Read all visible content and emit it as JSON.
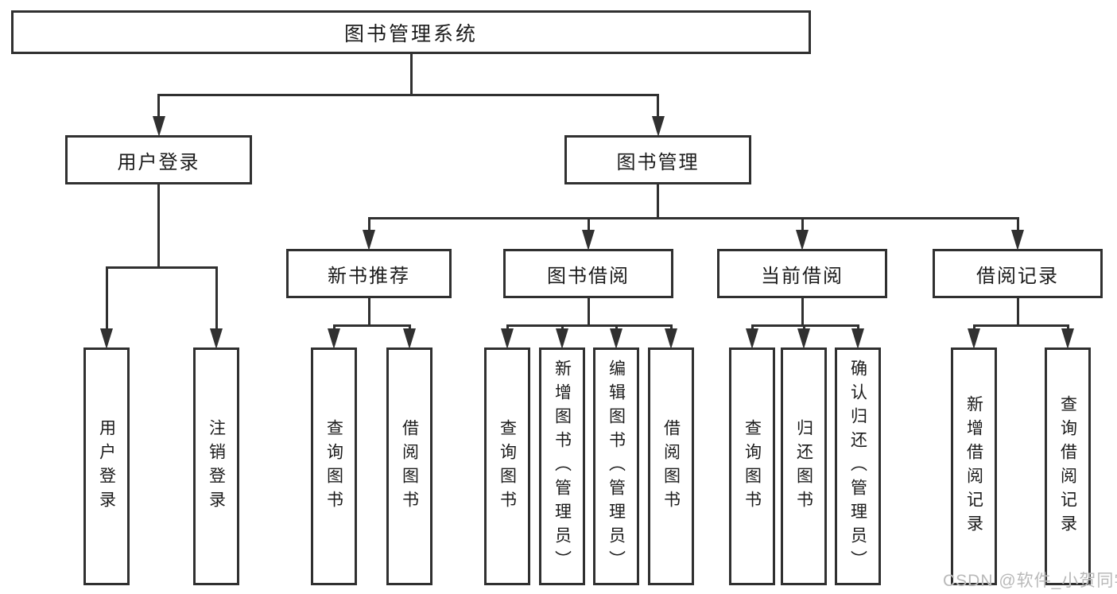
{
  "diagram": {
    "title": "图书管理系统",
    "nodes": [
      {
        "id": "root",
        "label": "图书管理系统",
        "orientation": "h",
        "level": 1
      },
      {
        "id": "user-login",
        "label": "用户登录",
        "orientation": "h",
        "level": 2
      },
      {
        "id": "book-mgmt",
        "label": "图书管理",
        "orientation": "h",
        "level": 2
      },
      {
        "id": "new-book-rec",
        "label": "新书推荐",
        "orientation": "h",
        "level": 3
      },
      {
        "id": "book-borrow",
        "label": "图书借阅",
        "orientation": "h",
        "level": 3
      },
      {
        "id": "current-borrow",
        "label": "当前借阅",
        "orientation": "h",
        "level": 3
      },
      {
        "id": "borrow-record",
        "label": "借阅记录",
        "orientation": "h",
        "level": 3
      },
      {
        "id": "leaf-login",
        "label": "用户登录",
        "orientation": "v",
        "level": 4
      },
      {
        "id": "leaf-logout",
        "label": "注销登录",
        "orientation": "v",
        "level": 4
      },
      {
        "id": "leaf-nbr-query",
        "label": "查询图书",
        "orientation": "v",
        "level": 4
      },
      {
        "id": "leaf-nbr-borrow",
        "label": "借阅图书",
        "orientation": "v",
        "level": 4
      },
      {
        "id": "leaf-bb-query",
        "label": "查询图书",
        "orientation": "v",
        "level": 4
      },
      {
        "id": "leaf-bb-add",
        "label": "新增图书（管理员）",
        "orientation": "v",
        "level": 4
      },
      {
        "id": "leaf-bb-edit",
        "label": "编辑图书（管理员）",
        "orientation": "v",
        "level": 4
      },
      {
        "id": "leaf-bb-borrow",
        "label": "借阅图书",
        "orientation": "v",
        "level": 4
      },
      {
        "id": "leaf-cb-query",
        "label": "查询图书",
        "orientation": "v",
        "level": 4
      },
      {
        "id": "leaf-cb-return",
        "label": "归还图书",
        "orientation": "v",
        "level": 4
      },
      {
        "id": "leaf-cb-confirm",
        "label": "确认归还（管理员）",
        "orientation": "v",
        "level": 4
      },
      {
        "id": "leaf-br-add",
        "label": "新增借阅记录",
        "orientation": "v",
        "level": 4
      },
      {
        "id": "leaf-br-query",
        "label": "查询借阅记录",
        "orientation": "v",
        "level": 4
      }
    ],
    "edges": [
      {
        "from": "root",
        "to": [
          "user-login",
          "book-mgmt"
        ]
      },
      {
        "from": "user-login",
        "to": [
          "leaf-login",
          "leaf-logout"
        ]
      },
      {
        "from": "book-mgmt",
        "to": [
          "new-book-rec",
          "book-borrow",
          "current-borrow",
          "borrow-record"
        ]
      },
      {
        "from": "new-book-rec",
        "to": [
          "leaf-nbr-query",
          "leaf-nbr-borrow"
        ]
      },
      {
        "from": "book-borrow",
        "to": [
          "leaf-bb-query",
          "leaf-bb-add",
          "leaf-bb-edit",
          "leaf-bb-borrow"
        ]
      },
      {
        "from": "current-borrow",
        "to": [
          "leaf-cb-query",
          "leaf-cb-return",
          "leaf-cb-confirm"
        ]
      },
      {
        "from": "borrow-record",
        "to": [
          "leaf-br-add",
          "leaf-br-query"
        ]
      }
    ],
    "colors": {
      "line": "#303030",
      "text": "#1b1b1b",
      "box_background": "#ffffff",
      "page_background": "#ffffff",
      "watermark": "#b9b9b9"
    }
  },
  "watermark": {
    "text": "CSDN @软件_小贺同学"
  }
}
